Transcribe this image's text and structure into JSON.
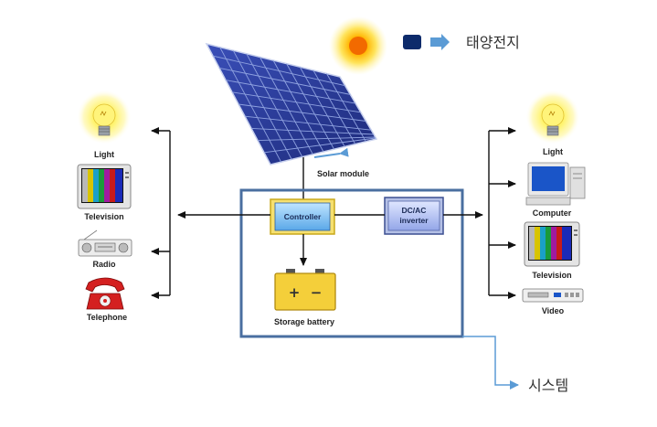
{
  "legend": {
    "label": "태양전지",
    "swatch_color": "#0d2b6b",
    "arrow_color": "#5b9bd5"
  },
  "system": {
    "label": "시스템",
    "border_color": "#4a6fa0"
  },
  "solar_module": {
    "label": "Solar module"
  },
  "controller": {
    "label": "Controller"
  },
  "inverter": {
    "line1": "DC/AC",
    "line2": "inverter"
  },
  "battery": {
    "label": "Storage battery",
    "plus": "+",
    "minus": "−"
  },
  "dc_loads": [
    {
      "label": "Light",
      "icon": "light-bulb-icon"
    },
    {
      "label": "Television",
      "icon": "television-icon"
    },
    {
      "label": "Radio",
      "icon": "radio-icon"
    },
    {
      "label": "Telephone",
      "icon": "telephone-icon"
    }
  ],
  "ac_loads": [
    {
      "label": "Light",
      "icon": "light-bulb-icon"
    },
    {
      "label": "Computer",
      "icon": "computer-icon"
    },
    {
      "label": "Television",
      "icon": "television-icon"
    },
    {
      "label": "Video",
      "icon": "video-recorder-icon"
    }
  ]
}
